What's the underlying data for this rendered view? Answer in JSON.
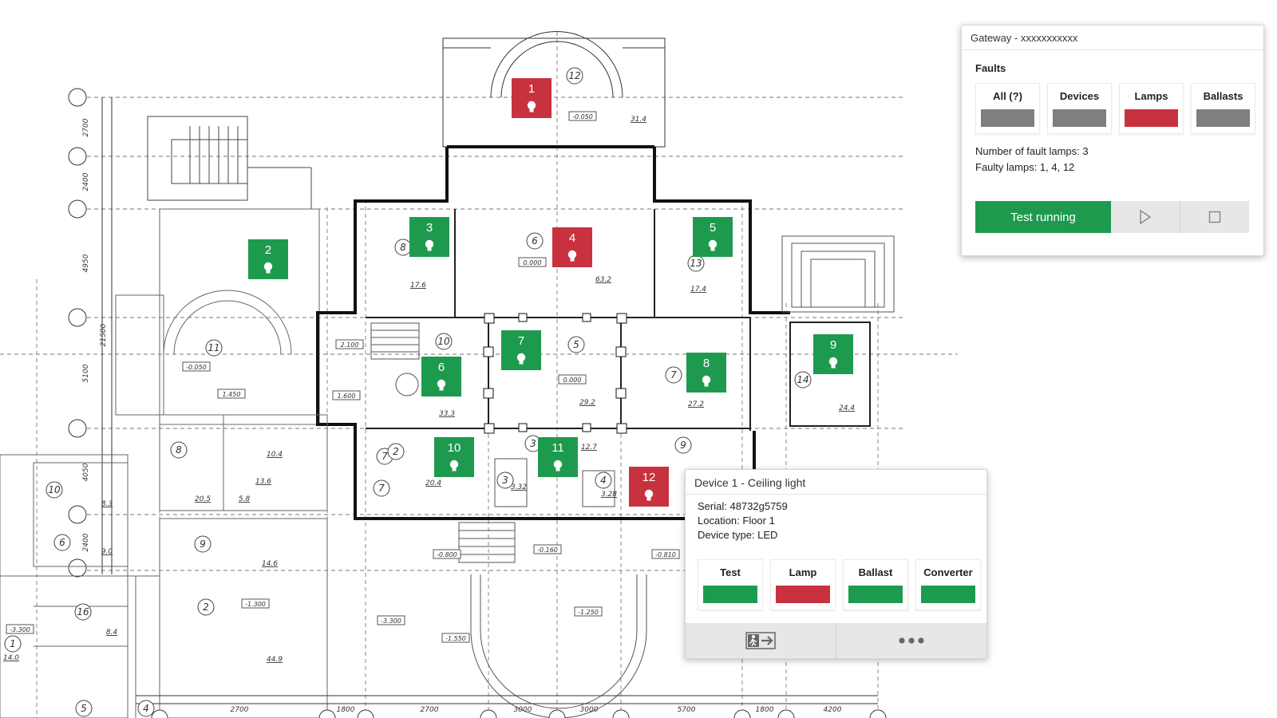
{
  "plan": {
    "room_numbers": [
      "12",
      "6",
      "8",
      "7",
      "10",
      "5",
      "13",
      "11",
      "7",
      "9",
      "14",
      "9",
      "8",
      "10",
      "6",
      "16",
      "2",
      "1",
      "5",
      "4",
      "7",
      "3",
      "4",
      "2",
      "3"
    ],
    "dimension_labels": [
      "2700",
      "2400",
      "4950",
      "21500",
      "5100",
      "4050",
      "2400"
    ],
    "bottom_dimensions": [
      "2700",
      "1800",
      "2700",
      "3000",
      "3000",
      "5700",
      "1800",
      "4200"
    ],
    "level_labels": [
      "-0.050",
      "0.000",
      "0.000",
      "-0.050",
      "1.450",
      "2.100",
      "1.600",
      "-0.800",
      "-1.250",
      "-1.550",
      "-1.300",
      "-3.300",
      "-3.300",
      "-0.160",
      "-0.810"
    ],
    "area_labels": [
      "31.4",
      "17.6",
      "63.2",
      "17.4",
      "33.3",
      "29.2",
      "27.2",
      "24.4",
      "12.7",
      "20.4",
      "3.32",
      "3.28",
      "20.5",
      "5.8",
      "10.4",
      "13.6",
      "14.6",
      "9.0",
      "8.3",
      "8.4",
      "44.9",
      "14.0"
    ]
  },
  "lamps": [
    {
      "number": "1",
      "status": "fault"
    },
    {
      "number": "2",
      "status": "ok"
    },
    {
      "number": "3",
      "status": "ok"
    },
    {
      "number": "4",
      "status": "fault"
    },
    {
      "number": "5",
      "status": "ok"
    },
    {
      "number": "6",
      "status": "ok"
    },
    {
      "number": "7",
      "status": "ok"
    },
    {
      "number": "8",
      "status": "ok"
    },
    {
      "number": "9",
      "status": "ok"
    },
    {
      "number": "10",
      "status": "ok"
    },
    {
      "number": "11",
      "status": "ok"
    },
    {
      "number": "12",
      "status": "fault"
    }
  ],
  "colors": {
    "ok": "#1e9a4f",
    "fault": "#c8323f",
    "neutral": "#7f7f7f",
    "panel_button_gray": "#e7e7e7"
  },
  "gateway": {
    "title": "Gateway - xxxxxxxxxxx",
    "faults_label": "Faults",
    "filters": [
      {
        "label": "All (?)",
        "status": "neutral"
      },
      {
        "label": "Devices",
        "status": "neutral"
      },
      {
        "label": "Lamps",
        "status": "fault"
      },
      {
        "label": "Ballasts",
        "status": "neutral"
      }
    ],
    "fault_count_text": "Number of fault lamps: 3",
    "faulty_lamps_text": "Faulty lamps: 1, 4, 12",
    "test_button_label": "Test running",
    "play_icon": "play-icon",
    "stop_icon": "stop-icon"
  },
  "device": {
    "title": "Device 1 - Ceiling light",
    "serial": "Serial: 48732g5759",
    "location": "Location: Floor 1",
    "device_type": "Device type: LED",
    "checks": [
      {
        "label": "Test",
        "status": "ok"
      },
      {
        "label": "Lamp",
        "status": "fault"
      },
      {
        "label": "Ballast",
        "status": "ok"
      },
      {
        "label": "Converter",
        "status": "ok"
      }
    ],
    "exit_icon": "emergency-exit-icon",
    "more_icon": "more-options-icon"
  }
}
